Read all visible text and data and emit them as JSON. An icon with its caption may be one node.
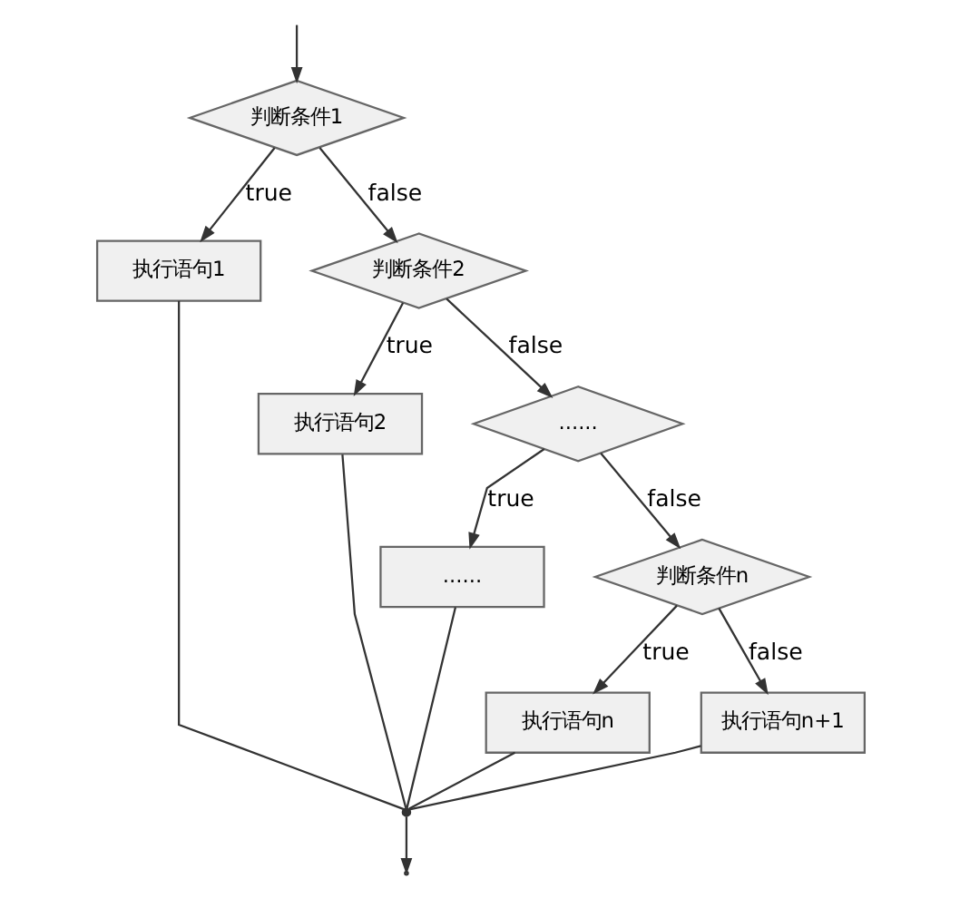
{
  "diagram": {
    "nodes": [
      {
        "text": [
          "判断条件1"
        ]
      },
      {
        "text": [
          "执行语句1"
        ]
      },
      {
        "text": [
          "判断条件2"
        ]
      },
      {
        "text": [
          "执行语句2"
        ]
      },
      {
        "text": [
          "......"
        ]
      },
      {
        "text": [
          "......"
        ]
      },
      {
        "text": [
          "判断条件n"
        ]
      },
      {
        "text": [
          "执行语句n"
        ]
      },
      {
        "text": [
          "执行语句n+1"
        ]
      },
      {
        "text": [],
        "shape": "point"
      }
    ],
    "edges": [
      {
        "from": null,
        "to": 0,
        "arrow": "to"
      },
      {
        "from": 0,
        "to": 1,
        "arrow": "to",
        "label": "true"
      },
      {
        "from": 0,
        "to": 2,
        "arrow": "to",
        "label": "false"
      },
      {
        "from": 2,
        "to": 3,
        "arrow": "to",
        "label": "true"
      },
      {
        "from": 2,
        "to": 4,
        "arrow": "to",
        "label": "false"
      },
      {
        "from": 4,
        "to": 5,
        "arrow": "to",
        "label": "true"
      },
      {
        "from": 4,
        "to": 6,
        "arrow": "to",
        "label": "false"
      },
      {
        "from": 6,
        "to": 7,
        "arrow": "to",
        "label": "true"
      },
      {
        "from": 6,
        "to": 8,
        "arrow": "to",
        "label": "false"
      },
      {
        "from": 1,
        "to": 9,
        "arrow": "none"
      },
      {
        "from": 3,
        "to": 9,
        "arrow": "none"
      },
      {
        "from": 5,
        "to": 9,
        "arrow": "none"
      },
      {
        "from": 7,
        "to": 9,
        "arrow": "none"
      },
      {
        "from": 8,
        "to": 9,
        "arrow": "none"
      },
      {
        "from": 9,
        "to": null,
        "arrow": "to"
      }
    ]
  }
}
